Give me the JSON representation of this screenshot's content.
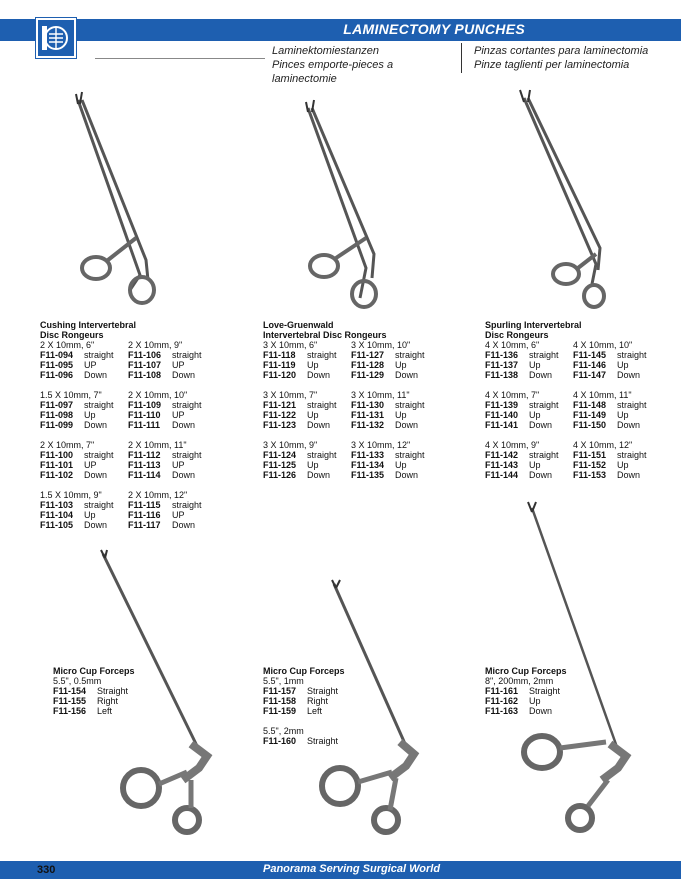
{
  "header": {
    "title": "LAMINECTOMY PUNCHES",
    "sub_de": "Laminektomiestanzen",
    "sub_fr": "Pinces emporte-pieces a laminectomie",
    "sub_es": "Pinzas cortantes para laminectomia",
    "sub_it": "Pinze taglienti per laminectomia"
  },
  "products": {
    "cushing": {
      "title1": "Cushing Intervertebral",
      "title2": "Disc Rongeurs",
      "groups": [
        {
          "size": "2 X 10mm, 6\"",
          "items": [
            [
              "F11-094",
              "straight"
            ],
            [
              "F11-095",
              "UP"
            ],
            [
              "F11-096",
              "Down"
            ]
          ]
        },
        {
          "size": "2 X 10mm, 9\"",
          "items": [
            [
              "F11-106",
              "straight"
            ],
            [
              "F11-107",
              "UP"
            ],
            [
              "F11-108",
              "Down"
            ]
          ]
        },
        {
          "size": "1.5 X 10mm, 7\"",
          "items": [
            [
              "F11-097",
              "straight"
            ],
            [
              "F11-098",
              "Up"
            ],
            [
              "F11-099",
              "Down"
            ]
          ]
        },
        {
          "size": "2 X 10mm, 10\"",
          "items": [
            [
              "F11-109",
              "straight"
            ],
            [
              "F11-110",
              "UP"
            ],
            [
              "F11-111",
              "Down"
            ]
          ]
        },
        {
          "size": "2 X 10mm, 7\"",
          "items": [
            [
              "F11-100",
              "straight"
            ],
            [
              "F11-101",
              "UP"
            ],
            [
              "F11-102",
              "Down"
            ]
          ]
        },
        {
          "size": "2 X 10mm, 11\"",
          "items": [
            [
              "F11-112",
              "straight"
            ],
            [
              "F11-113",
              "UP"
            ],
            [
              "F11-114",
              "Down"
            ]
          ]
        },
        {
          "size": "1.5 X 10mm, 9\"",
          "items": [
            [
              "F11-103",
              "straight"
            ],
            [
              "F11-104",
              "Up"
            ],
            [
              "F11-105",
              "Down"
            ]
          ]
        },
        {
          "size": "2 X 10mm, 12\"",
          "items": [
            [
              "F11-115",
              "straight"
            ],
            [
              "F11-116",
              "UP"
            ],
            [
              "F11-117",
              "Down"
            ]
          ]
        }
      ]
    },
    "love": {
      "title1": "Love-Gruenwald",
      "title2": "Intervertebral Disc Rongeurs",
      "groups": [
        {
          "size": "3 X 10mm, 6\"",
          "items": [
            [
              "F11-118",
              "straight"
            ],
            [
              "F11-119",
              "Up"
            ],
            [
              "F11-120",
              "Down"
            ]
          ]
        },
        {
          "size": "3 X 10mm, 10\"",
          "items": [
            [
              "F11-127",
              "straight"
            ],
            [
              "F11-128",
              "Up"
            ],
            [
              "F11-129",
              "Down"
            ]
          ]
        },
        {
          "size": "3 X 10mm, 7\"",
          "items": [
            [
              "F11-121",
              "straight"
            ],
            [
              "F11-122",
              "Up"
            ],
            [
              "F11-123",
              "Down"
            ]
          ]
        },
        {
          "size": "3 X 10mm, 11\"",
          "items": [
            [
              "F11-130",
              "straight"
            ],
            [
              "F11-131",
              "Up"
            ],
            [
              "F11-132",
              "Down"
            ]
          ]
        },
        {
          "size": "3 X 10mm, 9\"",
          "items": [
            [
              "F11-124",
              "straight"
            ],
            [
              "F11-125",
              "Up"
            ],
            [
              "F11-126",
              "Down"
            ]
          ]
        },
        {
          "size": "3 X 10mm, 12\"",
          "items": [
            [
              "F11-133",
              "straight"
            ],
            [
              "F11-134",
              "Up"
            ],
            [
              "F11-135",
              "Down"
            ]
          ]
        }
      ]
    },
    "spurling": {
      "title1": "Spurling Intervertebral",
      "title2": "Disc Rongeurs",
      "groups": [
        {
          "size": "4 X 10mm, 6\"",
          "items": [
            [
              "F11-136",
              "straight"
            ],
            [
              "F11-137",
              "Up"
            ],
            [
              "F11-138",
              "Down"
            ]
          ]
        },
        {
          "size": "4 X 10mm, 10\"",
          "items": [
            [
              "F11-145",
              "straight"
            ],
            [
              "F11-146",
              "Up"
            ],
            [
              "F11-147",
              "Down"
            ]
          ]
        },
        {
          "size": "4 X 10mm, 7\"",
          "items": [
            [
              "F11-139",
              "straight"
            ],
            [
              "F11-140",
              "Up"
            ],
            [
              "F11-141",
              "Down"
            ]
          ]
        },
        {
          "size": "4 X 10mm, 11\"",
          "items": [
            [
              "F11-148",
              "straight"
            ],
            [
              "F11-149",
              "Up"
            ],
            [
              "F11-150",
              "Down"
            ]
          ]
        },
        {
          "size": "4 X 10mm, 9\"",
          "items": [
            [
              "F11-142",
              "straight"
            ],
            [
              "F11-143",
              "Up"
            ],
            [
              "F11-144",
              "Down"
            ]
          ]
        },
        {
          "size": "4 X 10mm, 12\"",
          "items": [
            [
              "F11-151",
              "straight"
            ],
            [
              "F11-152",
              "Up"
            ],
            [
              "F11-153",
              "Down"
            ]
          ]
        }
      ]
    },
    "micro1": {
      "title1": "Micro Cup Forceps",
      "groups": [
        {
          "size": "5.5\", 0.5mm",
          "items": [
            [
              "F11-154",
              "Straight"
            ],
            [
              "F11-155",
              "Right"
            ],
            [
              "F11-156",
              "Left"
            ]
          ]
        }
      ]
    },
    "micro2": {
      "title1": "Micro Cup Forceps",
      "groups": [
        {
          "size": "5.5\", 1mm",
          "items": [
            [
              "F11-157",
              "Straight"
            ],
            [
              "F11-158",
              "Right"
            ],
            [
              "F11-159",
              "Left"
            ]
          ]
        },
        {
          "size": "5.5\", 2mm",
          "items": [
            [
              "F11-160",
              "Straight"
            ]
          ]
        }
      ]
    },
    "micro3": {
      "title1": "Micro Cup Forceps",
      "groups": [
        {
          "size": "8\", 200mm,  2mm",
          "items": [
            [
              "F11-161",
              "Straight"
            ],
            [
              "F11-162",
              "Up"
            ],
            [
              "F11-163",
              "Down"
            ]
          ]
        }
      ]
    }
  },
  "footer": {
    "page_number": "330",
    "tagline": "Panorama Serving Surgical World"
  },
  "colors": {
    "brand_blue": "#1e5fb0"
  }
}
